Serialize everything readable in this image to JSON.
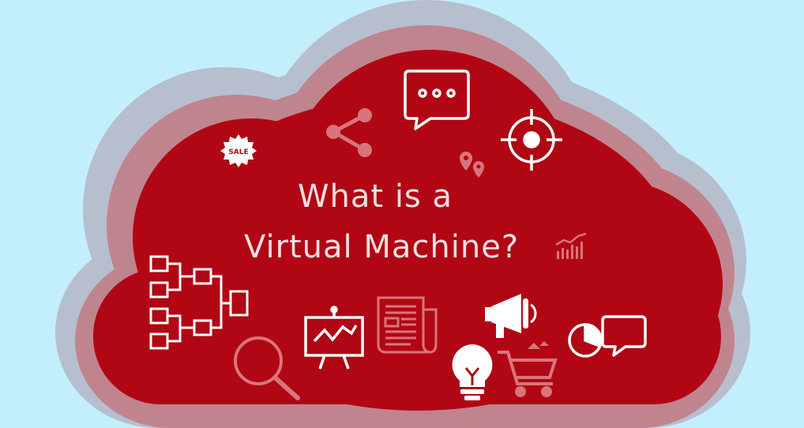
{
  "title": {
    "line1": "What is a",
    "line2": "Virtual Machine?"
  },
  "badge": {
    "label": "SALE"
  },
  "colors": {
    "background": "#c3eefb",
    "cloud_outer": "#b7bfcf",
    "cloud_mid": "#c0848f",
    "cloud_inner": "#b10614",
    "icon_white": "#ffffff",
    "icon_faded": "#d9747c",
    "title_text": "#f1dfe1"
  },
  "icons": [
    "chat-bubble-icon",
    "share-icon",
    "target-icon",
    "sale-badge-icon",
    "location-pins-icon",
    "bar-chart-icon",
    "org-chart-icon",
    "magnifier-icon",
    "presentation-board-icon",
    "newspaper-icon",
    "megaphone-icon",
    "lightbulb-icon",
    "shopping-cart-icon",
    "pie-chart-icon",
    "speech-bubble-icon"
  ]
}
